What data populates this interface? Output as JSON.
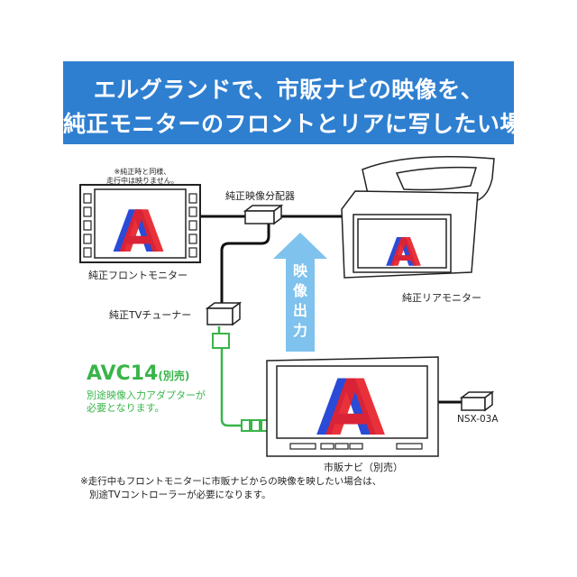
{
  "header": {
    "line1": "エルグランドで、市販ナビの映像を、",
    "line2": "純正モニターのフロントとリアに写したい場合"
  },
  "front_monitor": {
    "note_line1": "※純正時と同様、",
    "note_line2": "走行中は映りません。",
    "label": "純正フロントモニター",
    "screen_letter": "A"
  },
  "splitter": {
    "label": "純正映像分配器"
  },
  "rear_monitor": {
    "label": "純正リアモニター",
    "screen_letter": "A"
  },
  "tv_tuner": {
    "label": "純正TVチューナー"
  },
  "video_output": {
    "chars": [
      "映",
      "像",
      "出",
      "力"
    ]
  },
  "adapter": {
    "name": "AVC14",
    "sub": "(別売)",
    "desc_line1": "別途映像入力アダプターが",
    "desc_line2": "必要となります。"
  },
  "navi": {
    "label": "市販ナビ（別売）",
    "screen_letter": "A"
  },
  "nsx": {
    "label": "NSX-03A"
  },
  "footnote": {
    "line1": "※走行中もフロントモニターに市販ナビからの映像を映したい場合は、",
    "line2": "別途TVコントローラーが必要になります。"
  },
  "colors": {
    "banner_bg": "#2f7fd0",
    "adapter_green": "#39b54a",
    "arrow_blue": "#7fc2ee",
    "letter_red": "#e8202a",
    "letter_blue": "#2a4bd7"
  }
}
